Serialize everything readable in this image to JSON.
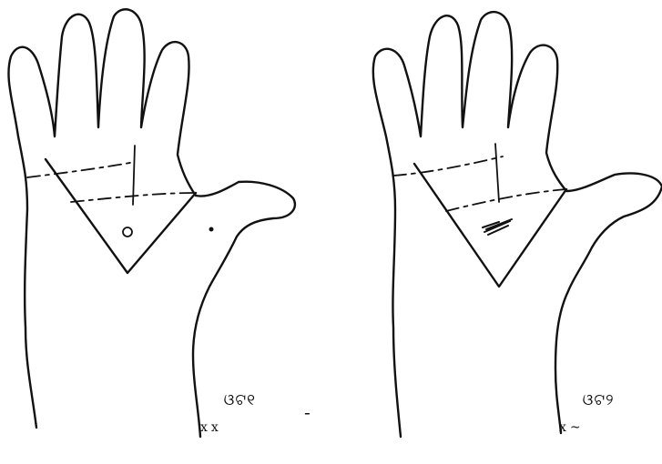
{
  "figure": {
    "left_hand": {
      "caption_line1": "ଓଟ୧",
      "caption_line2": "xx"
    },
    "right_hand": {
      "caption_line1": "ଓଟ୨",
      "caption_line2": "x~"
    },
    "separator": "-"
  }
}
